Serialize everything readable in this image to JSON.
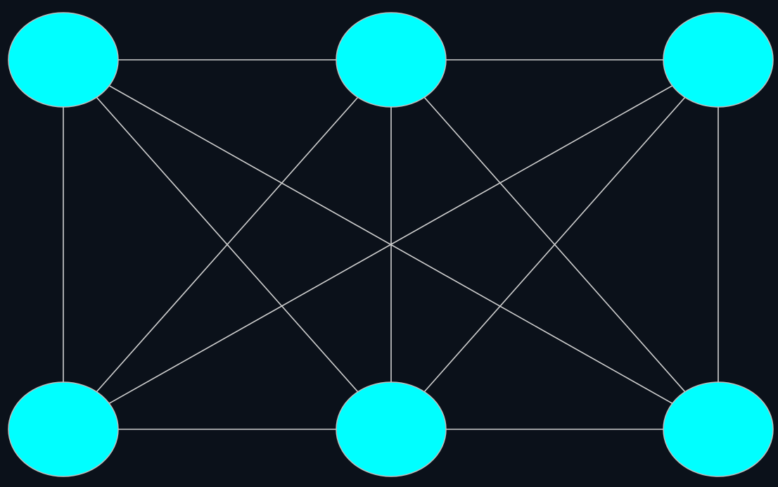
{
  "diagram": {
    "background_color": "#0b111a",
    "node_fill_color": "#00ffff",
    "node_stroke_color": "#bdbdbd",
    "edge_color": "#d0d0d0",
    "nodes": [
      {
        "id": "n1",
        "label": ""
      },
      {
        "id": "n2",
        "label": ""
      },
      {
        "id": "n3",
        "label": ""
      },
      {
        "id": "n4",
        "label": ""
      },
      {
        "id": "n5",
        "label": ""
      },
      {
        "id": "n6",
        "label": ""
      }
    ],
    "edges": [
      [
        "n1",
        "n2"
      ],
      [
        "n2",
        "n3"
      ],
      [
        "n4",
        "n5"
      ],
      [
        "n5",
        "n6"
      ],
      [
        "n1",
        "n4"
      ],
      [
        "n2",
        "n5"
      ],
      [
        "n3",
        "n6"
      ],
      [
        "n1",
        "n5"
      ],
      [
        "n1",
        "n6"
      ],
      [
        "n2",
        "n4"
      ],
      [
        "n2",
        "n6"
      ],
      [
        "n3",
        "n4"
      ],
      [
        "n3",
        "n5"
      ]
    ]
  }
}
